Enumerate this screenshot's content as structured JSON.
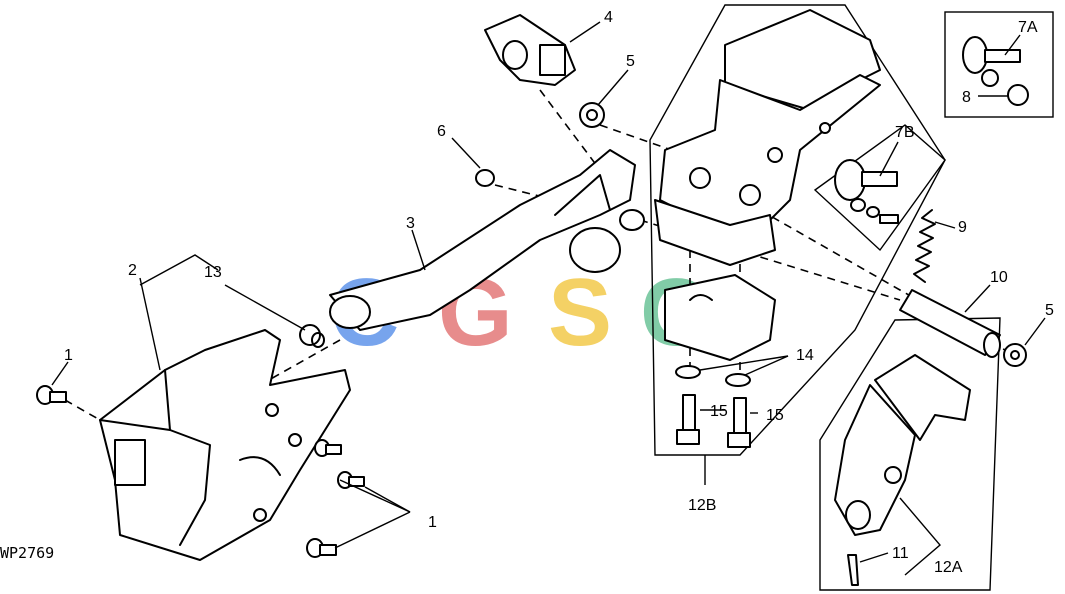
{
  "diagram": {
    "figure_code": "WP2769",
    "callouts": {
      "c1_left": "1",
      "c1_bottom": "1",
      "c2": "2",
      "c3": "3",
      "c4": "4",
      "c5_top": "5",
      "c5_right": "5",
      "c6": "6",
      "c7A": "7A",
      "c7B": "7B",
      "c8": "8",
      "c9": "9",
      "c10": "10",
      "c11": "11",
      "c12A": "12A",
      "c12B": "12B",
      "c13": "13",
      "c14": "14",
      "c15a": "15",
      "c15b": "15"
    }
  },
  "watermark": {
    "letters": [
      "C",
      "G",
      "S",
      "C"
    ],
    "colors": [
      "#4a86e8",
      "#e06666",
      "#f1c232",
      "#57bb8a"
    ]
  }
}
